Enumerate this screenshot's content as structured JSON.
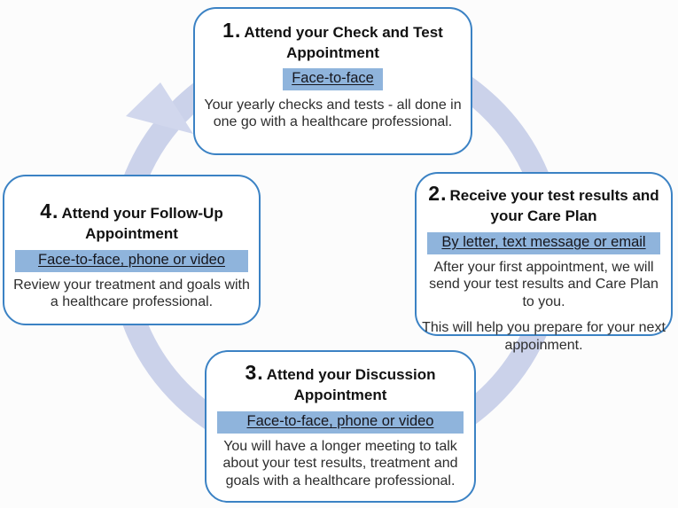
{
  "diagram": {
    "title_hint": "4-step appointment cycle",
    "colors": {
      "box_border": "#3b82c4",
      "highlight_bg": "#8fb4dc",
      "ring": "#cbd2ea",
      "arrow_head": "#d1d7ed",
      "heading_text": "#121212",
      "body_text": "#2d2d2d",
      "background": "#fcfcfc"
    },
    "boxes": [
      {
        "number": "1.",
        "title": "Attend your Check and Test Appointment",
        "mode": "Face-to-face",
        "body": [
          "Your yearly checks and tests - all done in one go with a healthcare professional."
        ]
      },
      {
        "number": "2.",
        "title": "Receive your test results and your Care Plan",
        "mode": "By letter, text message or email",
        "body": [
          "After your first appointment, we will send your test results and Care Plan to you.",
          "This will help you prepare for your next appoinment."
        ]
      },
      {
        "number": "3.",
        "title": "Attend your Discussion Appointment",
        "mode": "Face-to-face, phone or video",
        "body": [
          "You will have a longer meeting to talk about your test results, treatment and goals with a healthcare professional."
        ]
      },
      {
        "number": "4.",
        "title": "Attend your Follow-Up Appointment",
        "mode": "Face-to-face, phone or video",
        "body": [
          "Review your treatment and goals with a healthcare professional."
        ]
      }
    ]
  }
}
